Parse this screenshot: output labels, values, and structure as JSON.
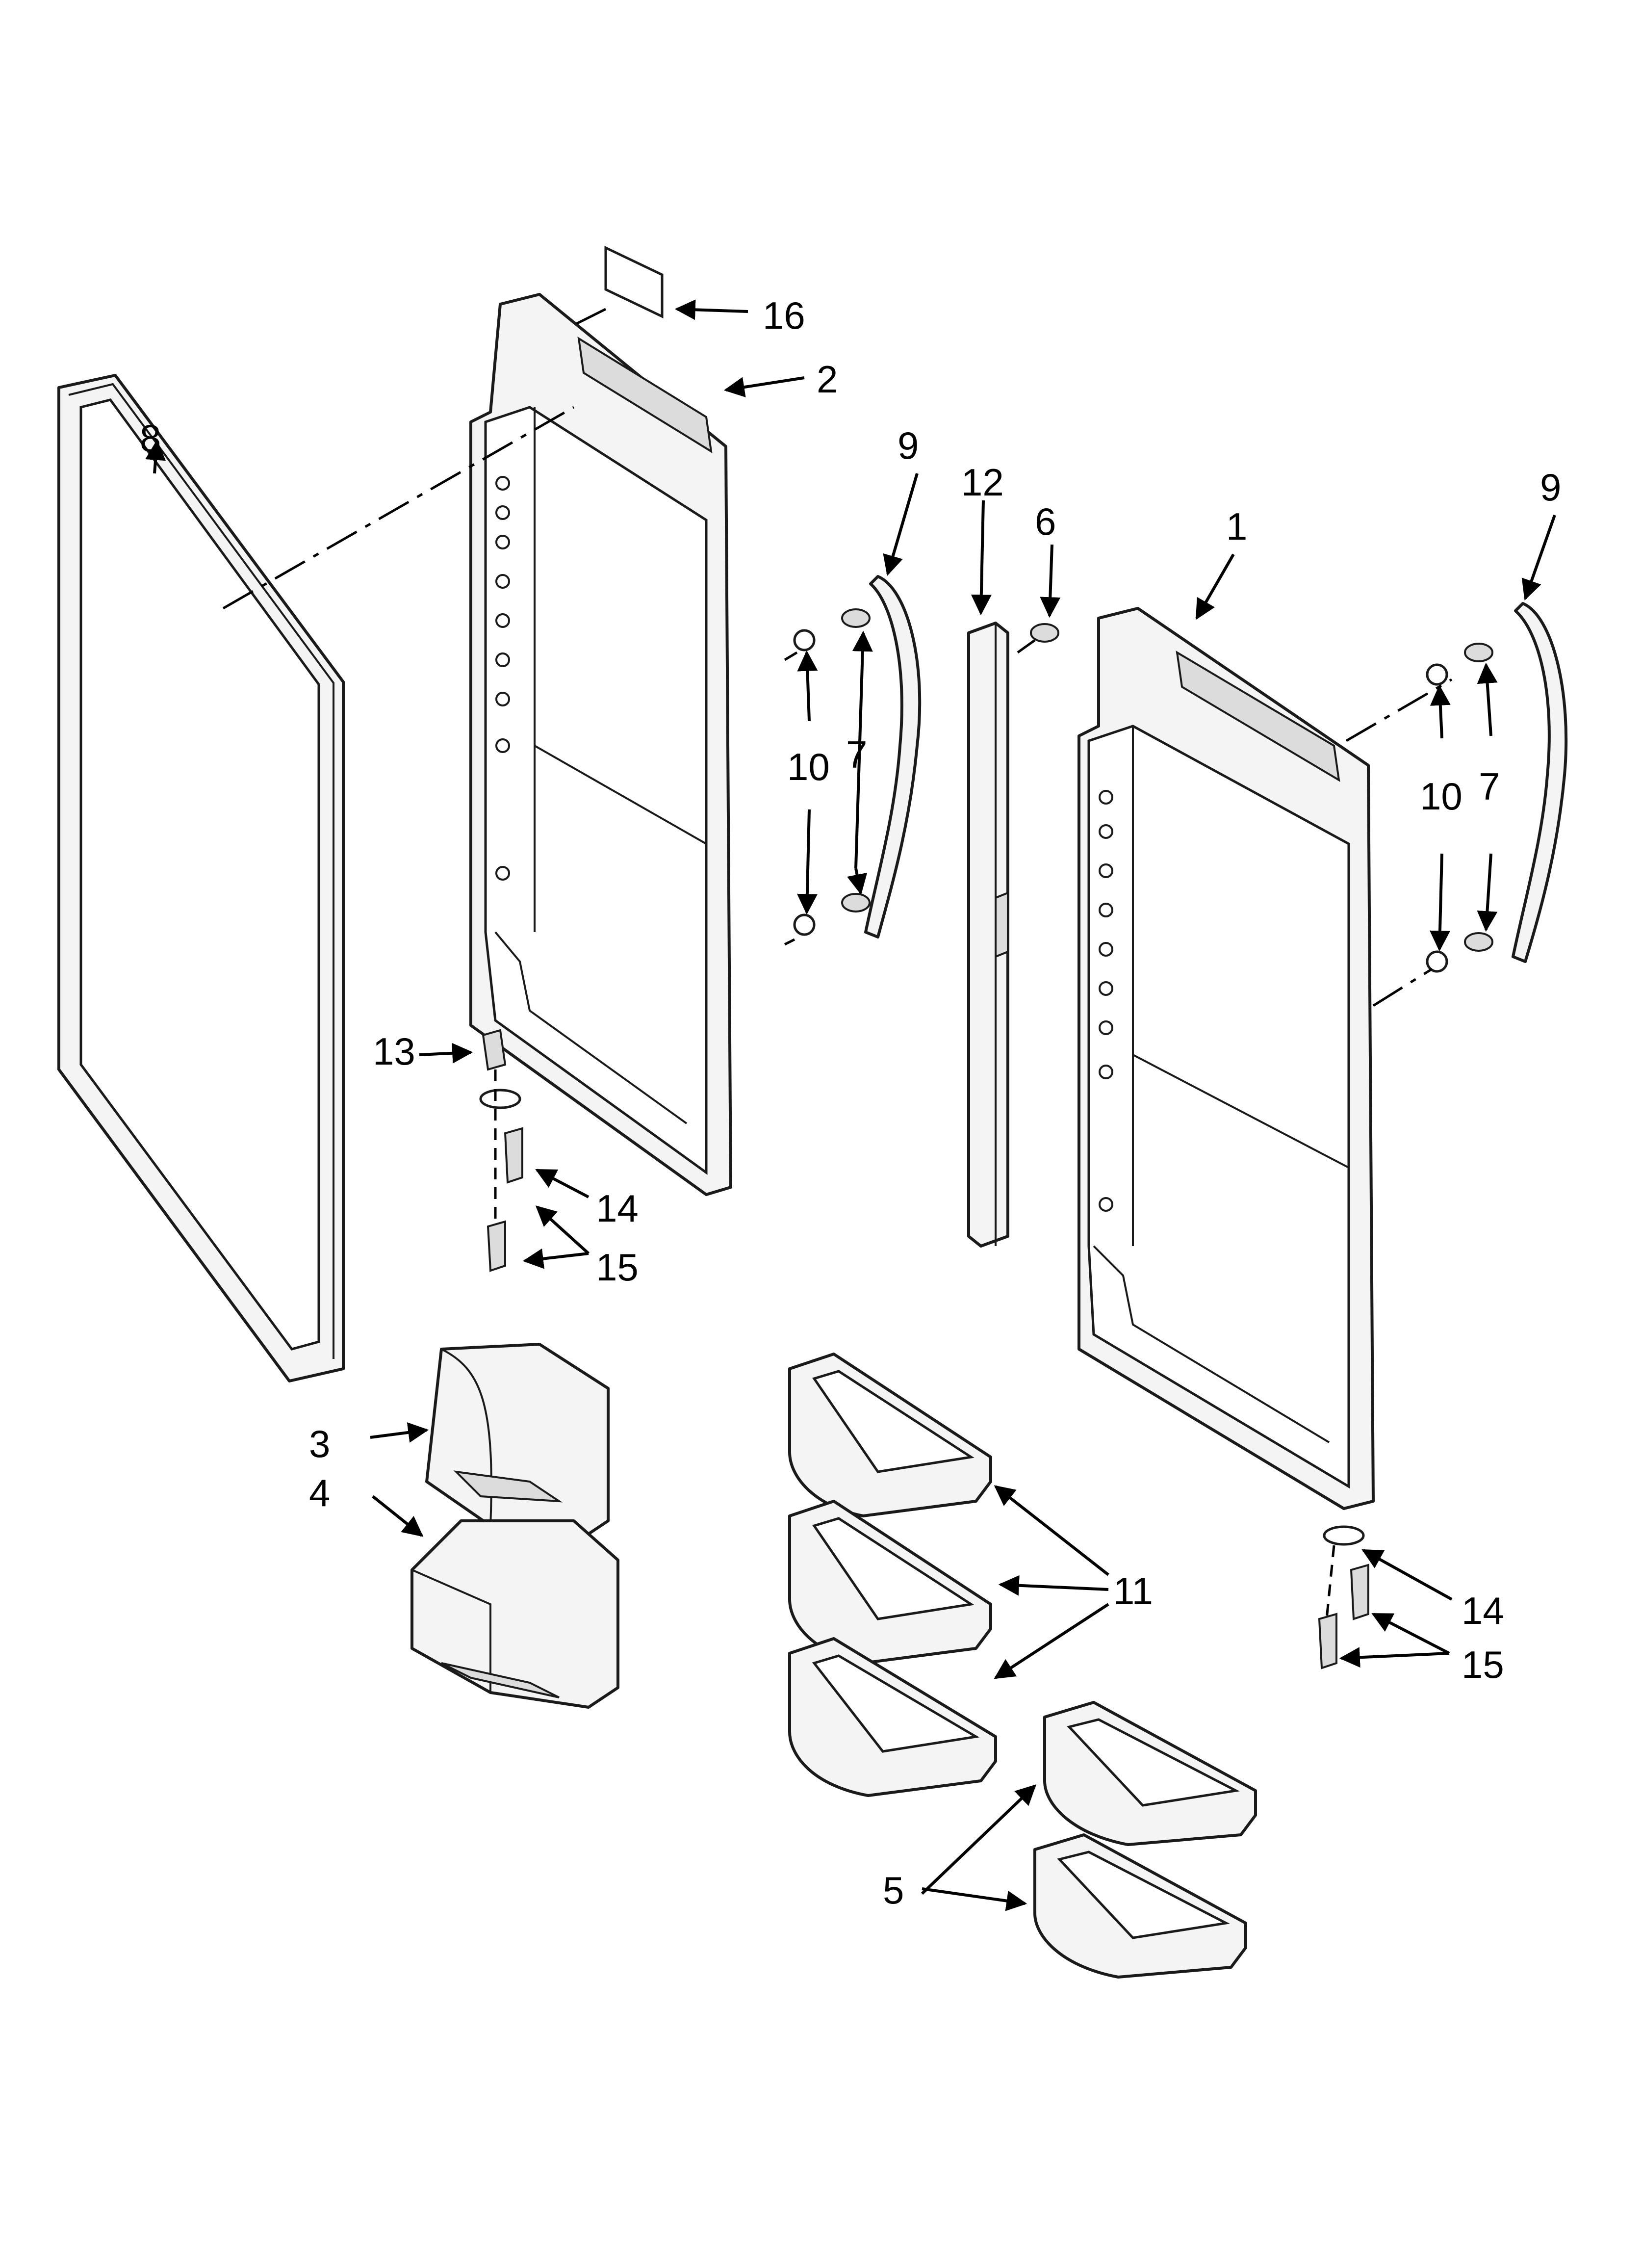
{
  "diagram": {
    "callouts": {
      "c1": "1",
      "c2": "2",
      "c3": "3",
      "c4": "4",
      "c5": "5",
      "c6": "6",
      "c7_left": "7",
      "c7_right": "7",
      "c8": "8",
      "c9_left": "9",
      "c9_right": "9",
      "c10_left": "10",
      "c10_right": "10",
      "c11": "11",
      "c12": "12",
      "c13": "13",
      "c14_left": "14",
      "c14_right": "14",
      "c15_left": "15",
      "c15_right": "15",
      "c16": "16"
    }
  }
}
